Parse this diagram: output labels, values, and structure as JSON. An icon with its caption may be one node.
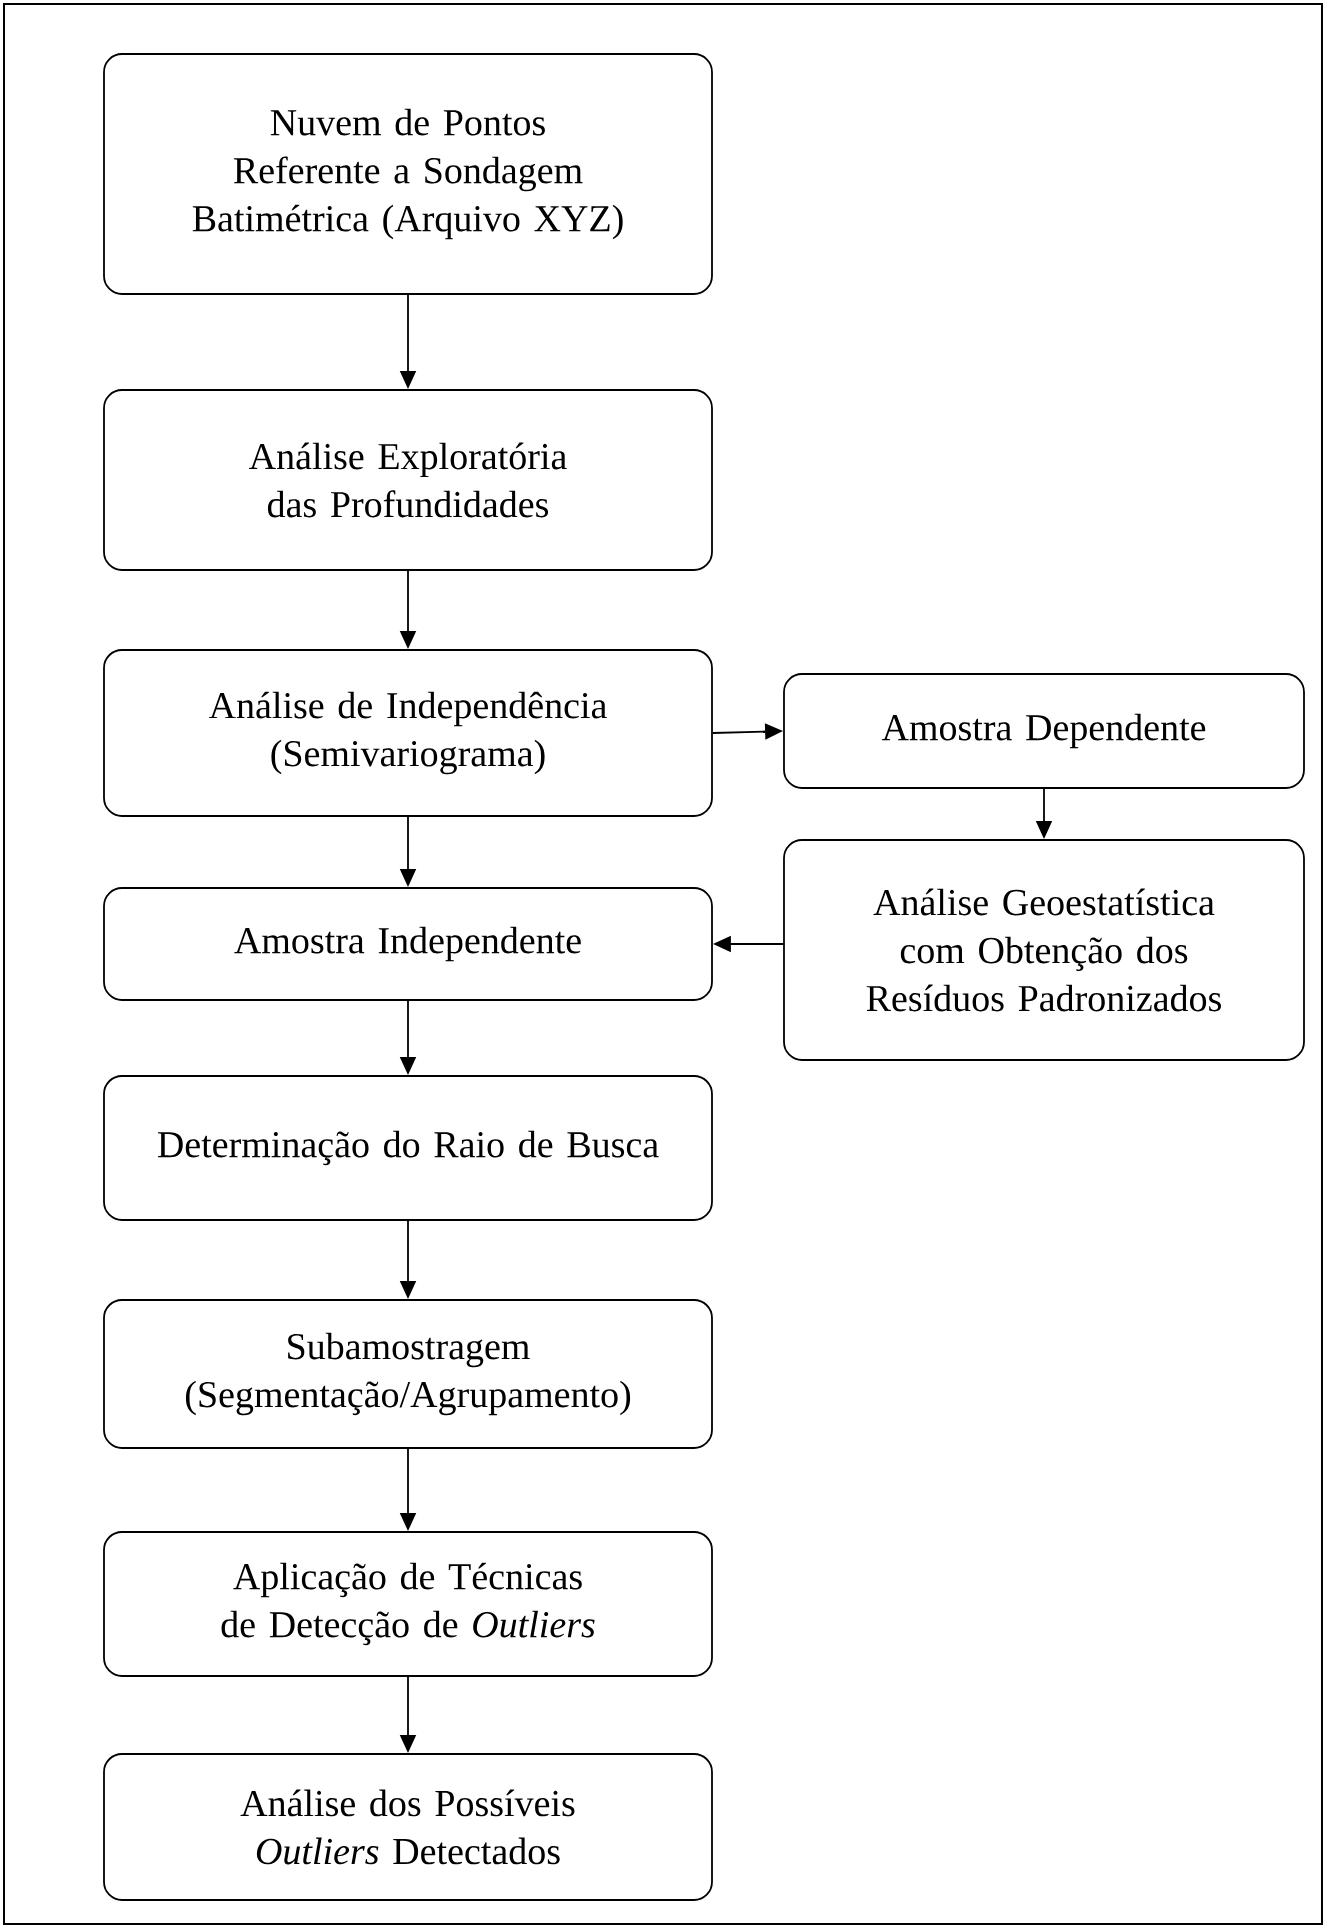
{
  "diagram": {
    "nodes": [
      {
        "text": [
          "Nuvem de Pontos Referente a Sondagem Batimétrica (Arquivo XYZ)"
        ]
      },
      {
        "text": [
          "Análise Exploratória das Profundidades"
        ]
      },
      {
        "text": [
          "Análise de Independência (Semivariograma)"
        ]
      },
      {
        "text": [
          "Amostra Dependente"
        ]
      },
      {
        "text": [
          "Análise Geoestatística com Obtenção dos Resíduos Padronizados"
        ]
      },
      {
        "text": [
          "Amostra Independente"
        ]
      },
      {
        "text": [
          "Determinação do Raio de Busca"
        ]
      },
      {
        "text": [
          "Subamostragem (Segmentação/Agrupamento)"
        ]
      },
      {
        "text": [
          "Aplicação de Técnicas de Detecção de *Outliers*"
        ]
      },
      {
        "text": [
          "Análise dos Possíveis *Outliers* Detectados"
        ]
      }
    ],
    "edges": [
      {
        "from": 0,
        "to": 1,
        "arrow": "to"
      },
      {
        "from": 1,
        "to": 2,
        "arrow": "to"
      },
      {
        "from": 2,
        "to": 3,
        "arrow": "to"
      },
      {
        "from": 3,
        "to": 4,
        "arrow": "to"
      },
      {
        "from": 4,
        "to": 5,
        "arrow": "to"
      },
      {
        "from": 2,
        "to": 5,
        "arrow": "to"
      },
      {
        "from": 5,
        "to": 6,
        "arrow": "to"
      },
      {
        "from": 6,
        "to": 7,
        "arrow": "to"
      },
      {
        "from": 7,
        "to": 8,
        "arrow": "to"
      },
      {
        "from": 8,
        "to": 9,
        "arrow": "to"
      }
    ]
  }
}
